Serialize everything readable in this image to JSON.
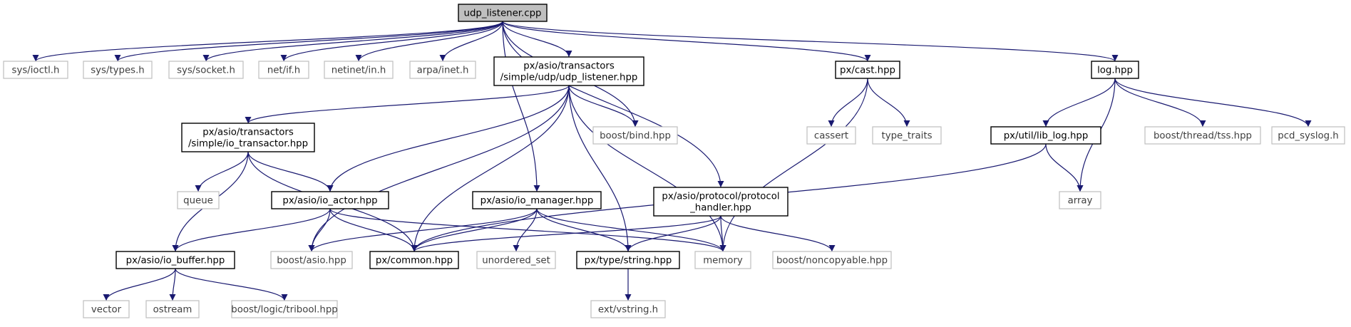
{
  "nodes": [
    {
      "id": "udp_listener_cpp",
      "lines": [
        "udp_listener.cpp"
      ],
      "kind": "root"
    },
    {
      "id": "sys_ioctl",
      "lines": [
        "sys/ioctl.h"
      ],
      "kind": "system"
    },
    {
      "id": "sys_types",
      "lines": [
        "sys/types.h"
      ],
      "kind": "system"
    },
    {
      "id": "sys_socket",
      "lines": [
        "sys/socket.h"
      ],
      "kind": "system"
    },
    {
      "id": "net_if",
      "lines": [
        "net/if.h"
      ],
      "kind": "system"
    },
    {
      "id": "netinet_in",
      "lines": [
        "netinet/in.h"
      ],
      "kind": "system"
    },
    {
      "id": "arpa_inet",
      "lines": [
        "arpa/inet.h"
      ],
      "kind": "system"
    },
    {
      "id": "udp_listener_hpp",
      "lines": [
        "px/asio/transactors",
        "/simple/udp/udp_listener.hpp"
      ],
      "kind": "local"
    },
    {
      "id": "px_cast",
      "lines": [
        "px/cast.hpp"
      ],
      "kind": "local"
    },
    {
      "id": "log_hpp",
      "lines": [
        "log.hpp"
      ],
      "kind": "local"
    },
    {
      "id": "io_transactor",
      "lines": [
        "px/asio/transactors",
        "/simple/io_transactor.hpp"
      ],
      "kind": "local"
    },
    {
      "id": "boost_bind",
      "lines": [
        "boost/bind.hpp"
      ],
      "kind": "system"
    },
    {
      "id": "cassert",
      "lines": [
        "cassert"
      ],
      "kind": "system"
    },
    {
      "id": "type_traits",
      "lines": [
        "type_traits"
      ],
      "kind": "system"
    },
    {
      "id": "lib_log",
      "lines": [
        "px/util/lib_log.hpp"
      ],
      "kind": "local"
    },
    {
      "id": "boost_thread_tss",
      "lines": [
        "boost/thread/tss.hpp"
      ],
      "kind": "system"
    },
    {
      "id": "pcd_syslog",
      "lines": [
        "pcd_syslog.h"
      ],
      "kind": "system"
    },
    {
      "id": "queue",
      "lines": [
        "queue"
      ],
      "kind": "system"
    },
    {
      "id": "io_actor",
      "lines": [
        "px/asio/io_actor.hpp"
      ],
      "kind": "local"
    },
    {
      "id": "io_manager",
      "lines": [
        "px/asio/io_manager.hpp"
      ],
      "kind": "local"
    },
    {
      "id": "protocol_handler",
      "lines": [
        "px/asio/protocol/protocol",
        "_handler.hpp"
      ],
      "kind": "local"
    },
    {
      "id": "array",
      "lines": [
        "array"
      ],
      "kind": "system"
    },
    {
      "id": "io_buffer",
      "lines": [
        "px/asio/io_buffer.hpp"
      ],
      "kind": "local"
    },
    {
      "id": "boost_asio",
      "lines": [
        "boost/asio.hpp"
      ],
      "kind": "system"
    },
    {
      "id": "px_common",
      "lines": [
        "px/common.hpp"
      ],
      "kind": "local"
    },
    {
      "id": "unordered_set",
      "lines": [
        "unordered_set"
      ],
      "kind": "system"
    },
    {
      "id": "px_type_string",
      "lines": [
        "px/type/string.hpp"
      ],
      "kind": "local"
    },
    {
      "id": "memory",
      "lines": [
        "memory"
      ],
      "kind": "system"
    },
    {
      "id": "boost_noncopyable",
      "lines": [
        "boost/noncopyable.hpp"
      ],
      "kind": "system"
    },
    {
      "id": "vector",
      "lines": [
        "vector"
      ],
      "kind": "system"
    },
    {
      "id": "ostream",
      "lines": [
        "ostream"
      ],
      "kind": "system"
    },
    {
      "id": "boost_logic_tribool",
      "lines": [
        "boost/logic/tribool.hpp"
      ],
      "kind": "system"
    },
    {
      "id": "ext_vstring",
      "lines": [
        "ext/vstring.h"
      ],
      "kind": "system"
    }
  ],
  "edges": [
    [
      "udp_listener_cpp",
      "sys_ioctl"
    ],
    [
      "udp_listener_cpp",
      "sys_types"
    ],
    [
      "udp_listener_cpp",
      "sys_socket"
    ],
    [
      "udp_listener_cpp",
      "net_if"
    ],
    [
      "udp_listener_cpp",
      "netinet_in"
    ],
    [
      "udp_listener_cpp",
      "arpa_inet"
    ],
    [
      "udp_listener_cpp",
      "udp_listener_hpp"
    ],
    [
      "udp_listener_cpp",
      "boost_bind"
    ],
    [
      "udp_listener_cpp",
      "io_manager"
    ],
    [
      "udp_listener_cpp",
      "protocol_handler"
    ],
    [
      "udp_listener_cpp",
      "px_cast"
    ],
    [
      "udp_listener_cpp",
      "log_hpp"
    ],
    [
      "udp_listener_hpp",
      "io_transactor"
    ],
    [
      "udp_listener_hpp",
      "boost_asio"
    ],
    [
      "udp_listener_hpp",
      "io_actor"
    ],
    [
      "udp_listener_hpp",
      "px_common"
    ],
    [
      "udp_listener_hpp",
      "boost_bind"
    ],
    [
      "udp_listener_hpp",
      "px_type_string"
    ],
    [
      "udp_listener_hpp",
      "memory"
    ],
    [
      "io_transactor",
      "queue"
    ],
    [
      "io_transactor",
      "io_actor"
    ],
    [
      "io_transactor",
      "io_buffer"
    ],
    [
      "io_transactor",
      "px_common"
    ],
    [
      "io_actor",
      "io_buffer"
    ],
    [
      "io_actor",
      "boost_asio"
    ],
    [
      "io_actor",
      "px_common"
    ],
    [
      "io_actor",
      "memory"
    ],
    [
      "io_manager",
      "boost_asio"
    ],
    [
      "io_manager",
      "px_common"
    ],
    [
      "io_manager",
      "unordered_set"
    ],
    [
      "io_manager",
      "px_type_string"
    ],
    [
      "io_manager",
      "memory"
    ],
    [
      "protocol_handler",
      "px_common"
    ],
    [
      "protocol_handler",
      "px_type_string"
    ],
    [
      "protocol_handler",
      "memory"
    ],
    [
      "protocol_handler",
      "boost_noncopyable"
    ],
    [
      "px_cast",
      "cassert"
    ],
    [
      "px_cast",
      "type_traits"
    ],
    [
      "px_cast",
      "memory"
    ],
    [
      "log_hpp",
      "lib_log"
    ],
    [
      "log_hpp",
      "array"
    ],
    [
      "log_hpp",
      "boost_thread_tss"
    ],
    [
      "log_hpp",
      "pcd_syslog"
    ],
    [
      "lib_log",
      "px_common"
    ],
    [
      "lib_log",
      "array"
    ],
    [
      "io_buffer",
      "vector"
    ],
    [
      "io_buffer",
      "ostream"
    ],
    [
      "io_buffer",
      "boost_logic_tribool"
    ],
    [
      "px_type_string",
      "ext_vstring"
    ]
  ],
  "colors": {
    "edge": "#191970",
    "root_fill": "#bfbfbf",
    "local_border": "#000000",
    "system_border": "#bfbfbf",
    "system_text": "#3f3f3f"
  }
}
